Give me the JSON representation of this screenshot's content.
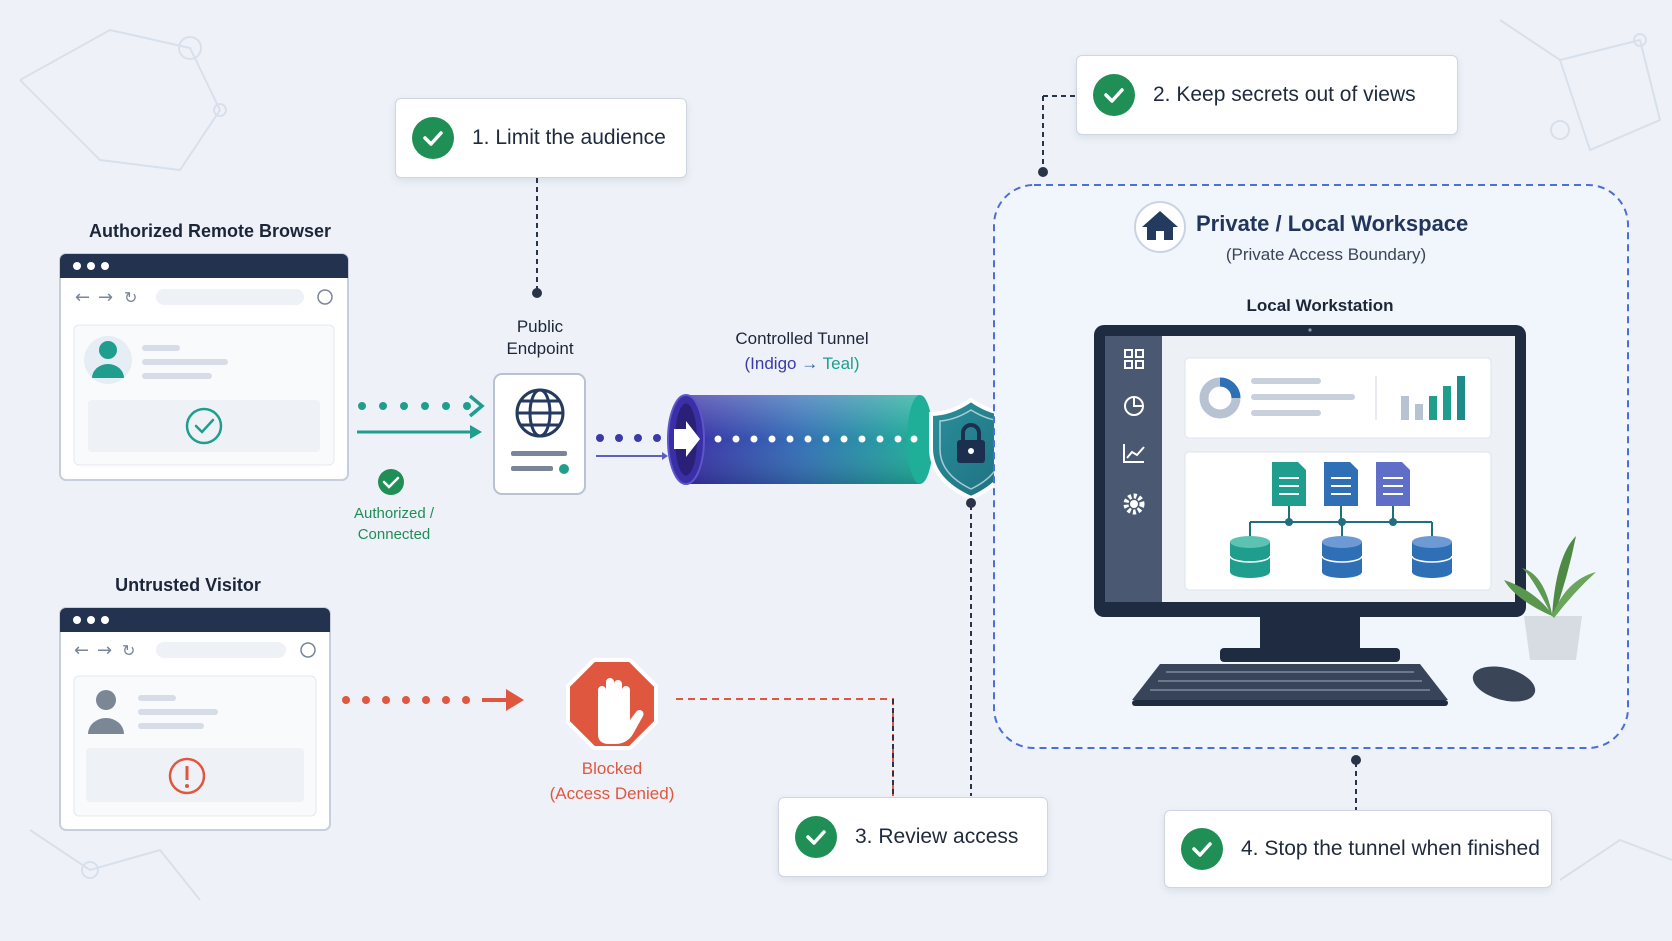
{
  "steps": {
    "s1": {
      "number": "1.",
      "text": "Limit the audience"
    },
    "s2": {
      "number": "2.",
      "text": "Keep secrets out of views"
    },
    "s3": {
      "number": "3.",
      "text": "Review access"
    },
    "s4": {
      "number": "4.",
      "text": "Stop the tunnel when finished"
    }
  },
  "authorized": {
    "title": "Authorized Remote Browser",
    "status_line1": "Authorized /",
    "status_line2": "Connected"
  },
  "untrusted": {
    "title": "Untrusted Visitor",
    "status_line1": "Blocked",
    "status_line2": "(Access Denied)"
  },
  "endpoint": {
    "line1": "Public",
    "line2": "Endpoint"
  },
  "tunnel": {
    "title": "Controlled Tunnel",
    "open_paren": "(",
    "from": "Indigo",
    "arrow": " → ",
    "to": "Teal",
    "close_paren": ")"
  },
  "workspace": {
    "title": "Private / Local Workspace",
    "subtitle": "(Private Access Boundary)",
    "workstation": "Local Workstation"
  },
  "colors": {
    "teal": "#1f9e8e",
    "indigo": "#3b3aa8",
    "red": "#e0573f",
    "green": "#1f8f56",
    "navy": "#243a5e",
    "boundary": "#4b6fd4"
  },
  "icons": [
    "check-icon",
    "globe-icon",
    "lock-icon",
    "shield-icon",
    "home-icon",
    "stop-hand-icon",
    "warning-icon",
    "user-icon",
    "dashboard-grid-icon",
    "pie-chart-icon",
    "line-chart-icon",
    "gear-icon",
    "document-icon",
    "database-icon",
    "plant-icon"
  ]
}
